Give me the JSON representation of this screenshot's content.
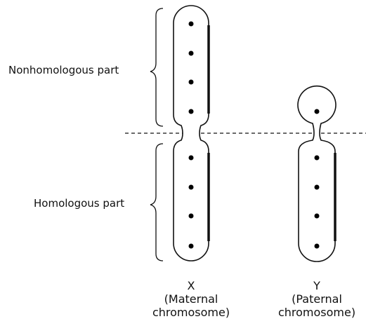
{
  "labels": {
    "nonhomologous": "Nonhomologous part",
    "homologous": "Homologous part"
  },
  "chromosomes": {
    "x": {
      "letter": "X",
      "line1": "(Maternal",
      "line2": "chromosome)"
    },
    "y": {
      "letter": "Y",
      "line1": "(Paternal",
      "line2": "chromosome)"
    }
  },
  "colors": {
    "stroke": "#111111",
    "dot": "#000000",
    "background": "#ffffff"
  }
}
